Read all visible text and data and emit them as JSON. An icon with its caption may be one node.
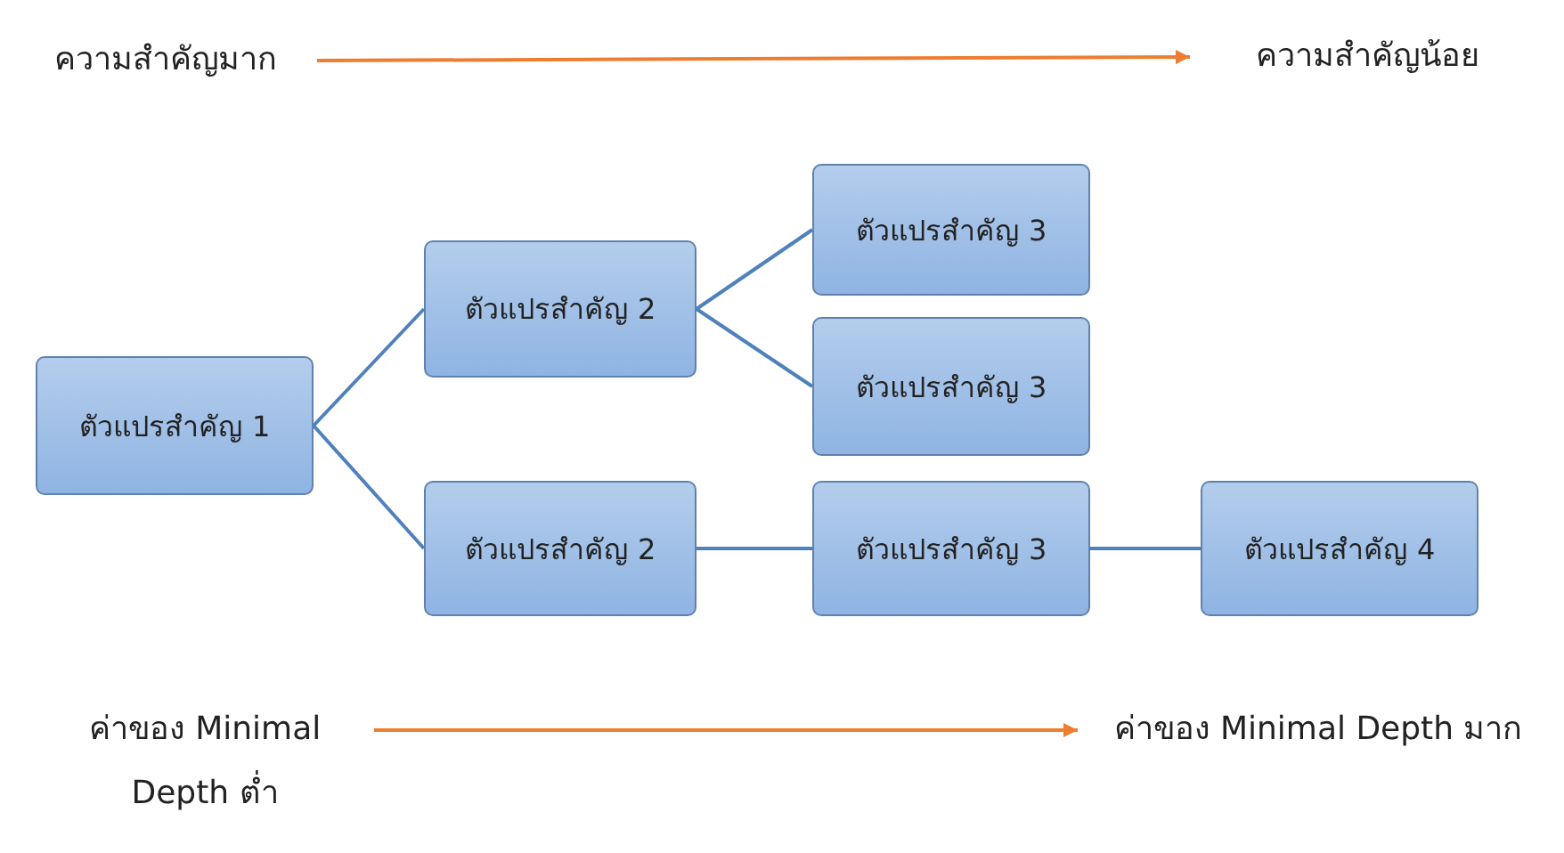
{
  "diagram": {
    "nodes": [
      {
        "text": [
          "ความสำคัญมาก"
        ]
      },
      {
        "text": [
          "ความสำคัญน้อย"
        ]
      },
      {
        "text": [
          "ตัวแปรสำคัญ 1"
        ]
      },
      {
        "text": [
          "ตัวแปรสำคัญ 2"
        ]
      },
      {
        "text": [
          "ตัวแปรสำคัญ 3"
        ]
      },
      {
        "text": [
          "ตัวแปรสำคัญ 3"
        ]
      },
      {
        "text": [
          "ตัวแปรสำคัญ 2"
        ]
      },
      {
        "text": [
          "ตัวแปรสำคัญ 3"
        ]
      },
      {
        "text": [
          "ตัวแปรสำคัญ 4"
        ]
      },
      {
        "text": [
          "ค่าของ Minimal Depth ต่ำ"
        ]
      },
      {
        "text": [
          "ค่าของ Minimal Depth มาก"
        ]
      }
    ],
    "edges": [
      {
        "from": 0,
        "to": 1,
        "arrow": "to",
        "color": "#ed7d31"
      },
      {
        "from": 2,
        "to": 3,
        "arrow": "none"
      },
      {
        "from": 2,
        "to": 6,
        "arrow": "none"
      },
      {
        "from": 3,
        "to": 4,
        "arrow": "none"
      },
      {
        "from": 3,
        "to": 5,
        "arrow": "none"
      },
      {
        "from": 6,
        "to": 7,
        "arrow": "none"
      },
      {
        "from": 7,
        "to": 8,
        "arrow": "none"
      },
      {
        "from": 9,
        "to": 10,
        "arrow": "to",
        "color": "#ed7d31"
      }
    ]
  }
}
